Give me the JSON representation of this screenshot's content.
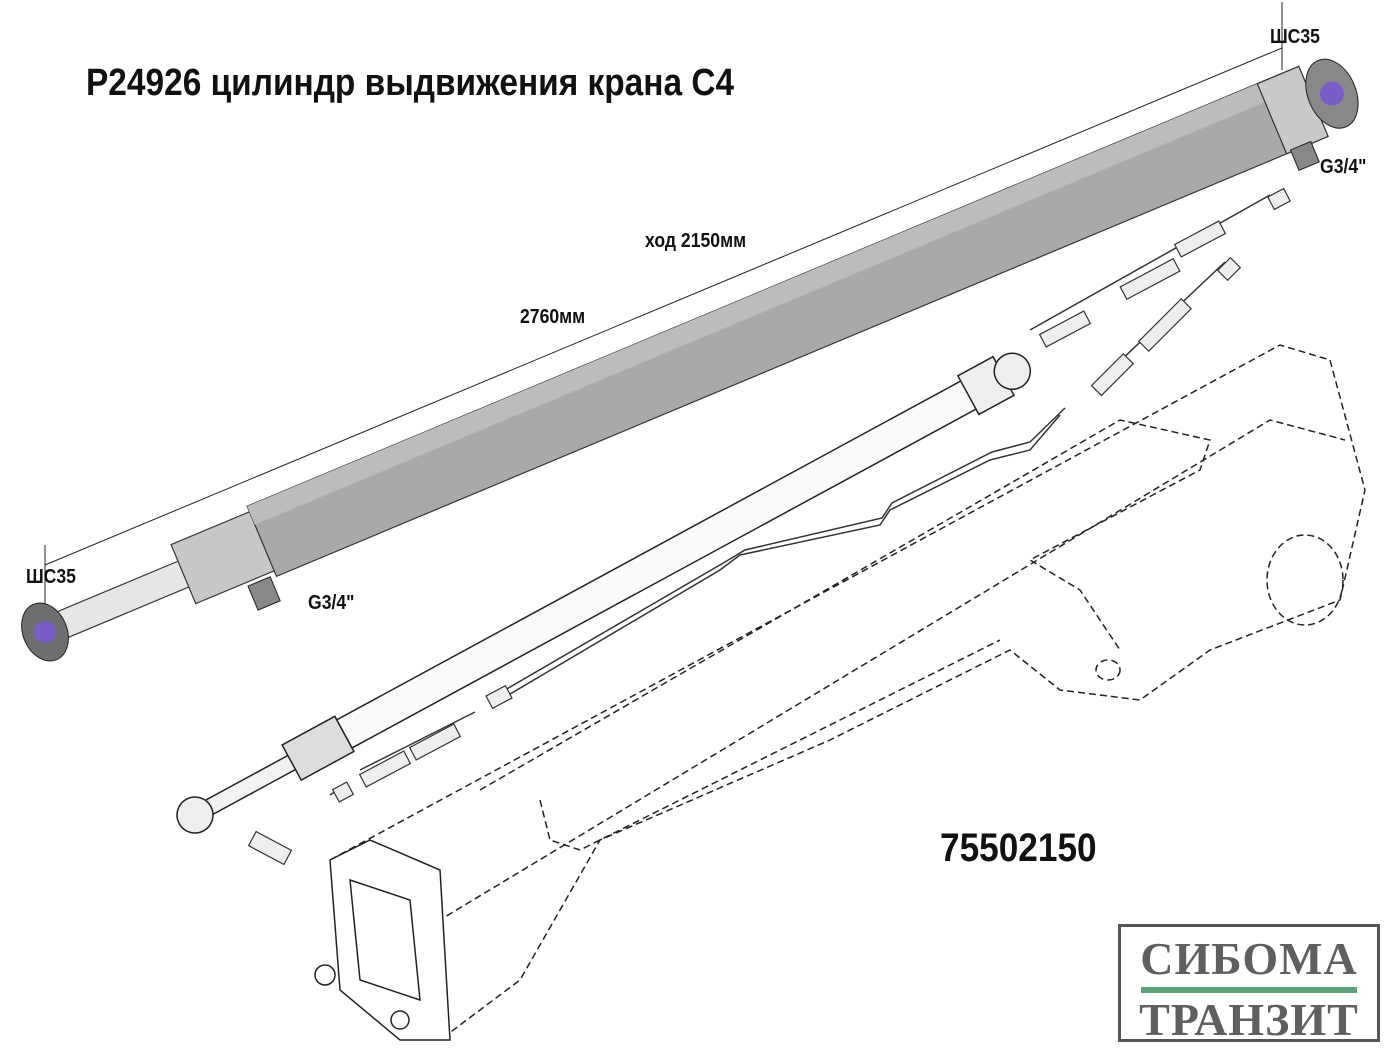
{
  "title": "Р24926 цилиндр выдвижения крана С4",
  "part_number": "75502150",
  "labels": {
    "bearing_left": "ШС35",
    "bearing_right": "ШС35",
    "port_left": "G3/4\"",
    "port_right": "G3/4\"",
    "stroke": "ход 2150мм",
    "length": "2760мм"
  },
  "logo": {
    "line1": "СИБОМА",
    "line2": "ТРАНЗИТ",
    "text_color": "#5e5f61",
    "stripe_color": "#5aa47a"
  }
}
